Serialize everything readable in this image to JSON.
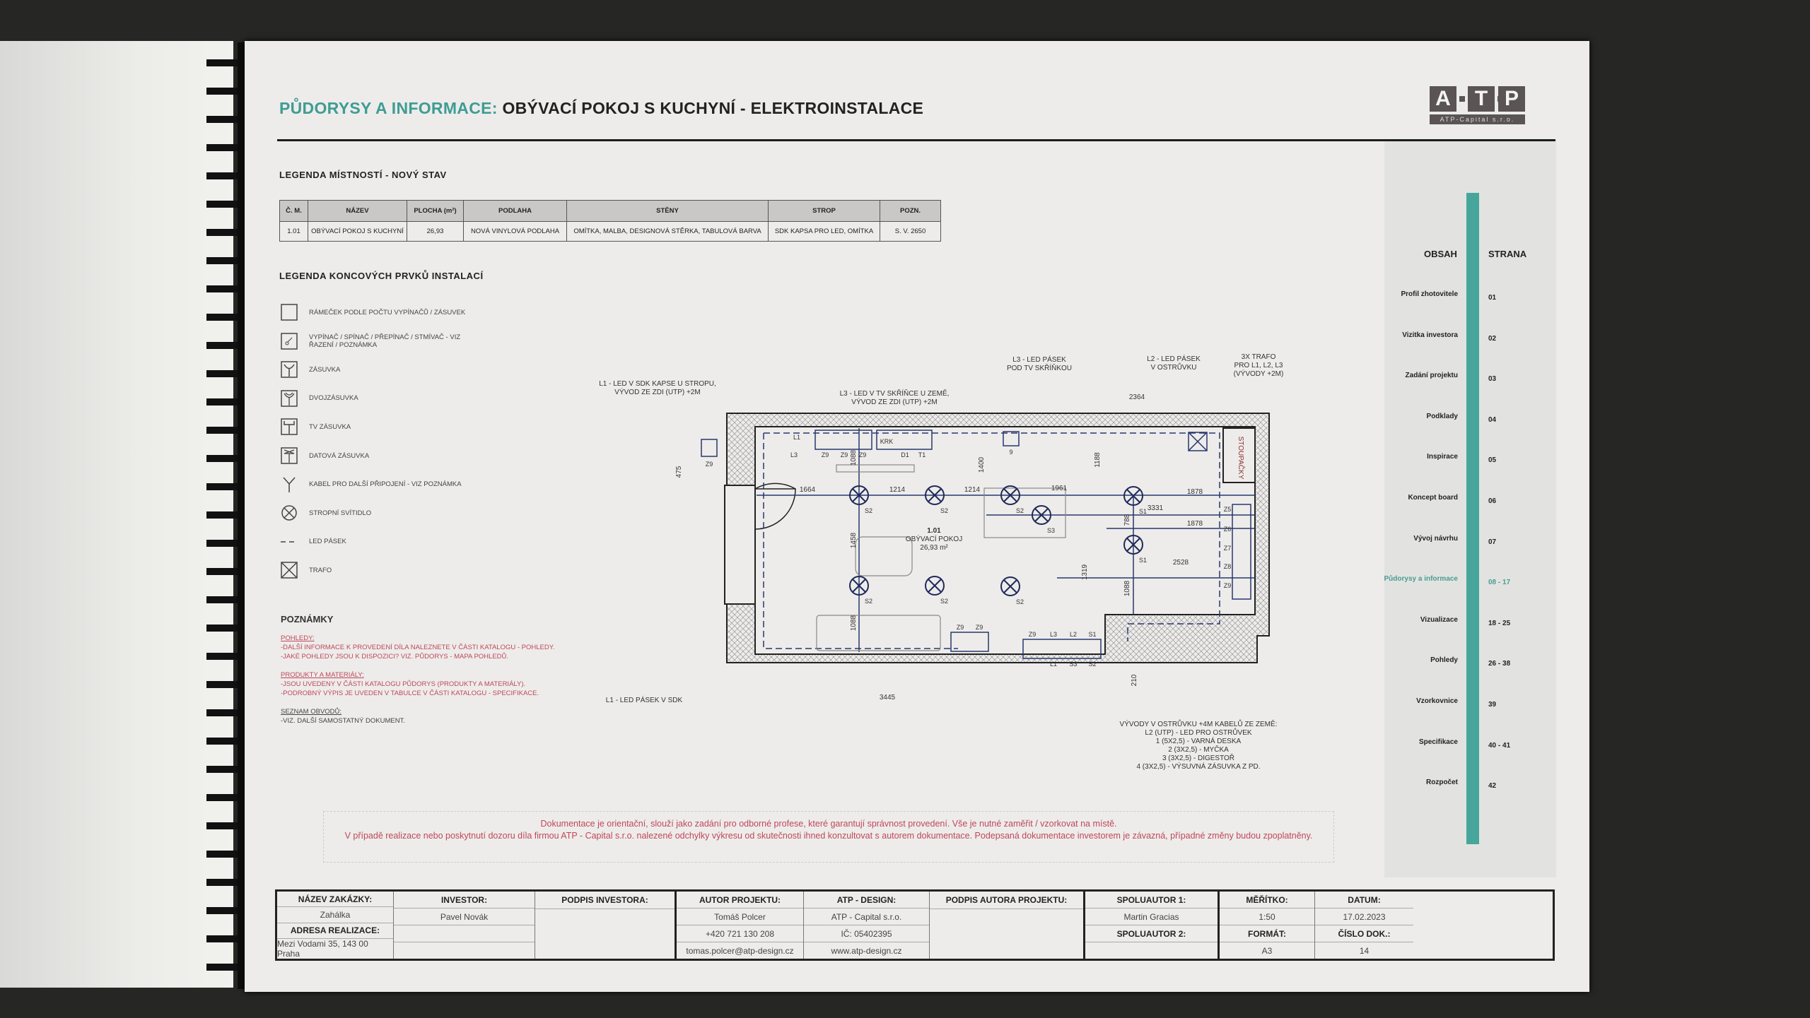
{
  "header": {
    "title_prefix": "PŮDORYSY A INFORMACE:",
    "title_main": "OBÝVACÍ POKOJ S KUCHYNÍ - ELEKTROINSTALACE"
  },
  "logo": {
    "letters": [
      "A",
      "T",
      "P"
    ],
    "company": "ATP-Capital s.r.o.",
    "accent": "#47a69b"
  },
  "rooms": {
    "heading": "LEGENDA MÍSTNOSTÍ - NOVÝ STAV",
    "columns": [
      "Č. M.",
      "NÁZEV",
      "PLOCHA (m²)",
      "PODLAHA",
      "STĚNY",
      "STROP",
      "POZN."
    ],
    "rows": [
      [
        "1.01",
        "OBÝVACÍ POKOJ S KUCHYNÍ",
        "26,93",
        "NOVÁ VINYLOVÁ PODLAHA",
        "OMÍTKA, MALBA, DESIGNOVÁ STĚRKA, TABULOVÁ BARVA",
        "SDK KAPSA PRO LED, OMÍTKA",
        "S. V. 2650"
      ]
    ]
  },
  "legend": {
    "heading": "LEGENDA KONCOVÝCH PRVKŮ INSTALACÍ",
    "items": [
      {
        "icon": "frame-icon",
        "label": "RÁMEČEK PODLE POČTU VYPÍNAČŮ / ZÁSUVEK"
      },
      {
        "icon": "switch-icon",
        "label": "VYPÍNAČ / SPÍNAČ / PŘEPÍNAČ / STMÍVAČ - VIZ ŘAZENÍ / POZNÁMKA"
      },
      {
        "icon": "socket-icon",
        "label": "ZÁSUVKA"
      },
      {
        "icon": "double-socket-icon",
        "label": "DVOJZÁSUVKA"
      },
      {
        "icon": "tv-socket-icon",
        "label": "TV ZÁSUVKA"
      },
      {
        "icon": "data-socket-icon",
        "label": "DATOVÁ ZÁSUVKA"
      },
      {
        "icon": "cable-icon",
        "label": "KABEL PRO DALŠÍ PŘIPOJENÍ - VIZ POZNÁMKA"
      },
      {
        "icon": "ceiling-light-icon",
        "label": "STROPNÍ SVÍTIDLO"
      },
      {
        "icon": "led-strip-icon",
        "label": "LED PÁSEK"
      },
      {
        "icon": "transformer-icon",
        "label": "TRAFO"
      }
    ]
  },
  "notes": {
    "heading": "POZNÁMKY",
    "groups": [
      {
        "title": "POHLEDY:",
        "lines": [
          "-DALŠÍ INFORMACE K PROVEDENÍ DÍLA NALEZNETE V ČÁSTI KATALOGU - POHLEDY.",
          "-JAKÉ POHLEDY JSOU K DISPOZICI? VIZ. PŮDORYS - MAPA POHLEDŮ."
        ]
      },
      {
        "title": "PRODUKTY A MATERIÁLY:",
        "lines": [
          "-JSOU UVEDENY V ČÁSTI KATALOGU PŮDORYS (PRODUKTY A MATERIÁLY).",
          "-PODROBNÝ VÝPIS JE UVEDEN V TABULCE V ČÁSTI KATALOGU - SPECIFIKACE."
        ]
      },
      {
        "title": "SEZNAM OBVODŮ:",
        "lines": [
          "-VIZ. DALŠÍ SAMOSTATNÝ DOKUMENT."
        ]
      }
    ]
  },
  "plan": {
    "room": {
      "number": "1.01",
      "name": "OBÝVACÍ POKOJ",
      "area": "26,93 m²"
    },
    "annotations": {
      "l1_ceiling": "L1 - LED V SDK KAPSE U STROPU,\nVÝVOD ZE ZDI (UTP) +2M",
      "l3_tv": "L3 - LED V TV SKŘÍŇCE U ZEMĚ,\nVÝVOD ZE ZDI (UTP) +2M",
      "l3_under": "L3 - LED PÁSEK\nPOD TV SKŘÍŇKOU",
      "l2_island": "L2 - LED PÁSEK\nV OSTRŮVKU",
      "trafo": "3X TRAFO\nPRO L1, L2, L3\n(VÝVODY +2M)",
      "l1_sdk": "L1 - LED PÁSEK V SDK",
      "island_outlets": "VÝVODY V OSTRŮVKU +4M KABELŮ ZE ZEMĚ:\nL2 (UTP) - LED PRO OSTRŮVEK\n1 (5X2,5) - VARNÁ DESKA\n2 (3X2,5) - MYČKA\n3 (3X2,5) - DIGESTOŘ\n4 (3X2,5) - VÝSUVNÁ ZÁSUVKA Z PD."
    },
    "riser": "STOUPAČKY",
    "dimensions": {
      "d475": "475",
      "d1664": "1664",
      "d1214a": "1214",
      "d1214b": "1214",
      "d1088a": "1088",
      "d1458": "1458",
      "d1088b": "1088",
      "d1400": "1400",
      "d1961": "1961",
      "d1188": "1188",
      "d3331": "3331",
      "d788": "788",
      "d1878a": "1878",
      "d1878b": "1878",
      "d2528": "2528",
      "d1319": "1319",
      "d1088c": "1088",
      "d2364": "2364",
      "d3445": "3445",
      "d210": "210"
    },
    "top_labels": [
      "L1",
      "L3",
      "Z9",
      "Z9",
      "Z9",
      "KRK",
      "D1",
      "T1"
    ],
    "light_labels": [
      "S2",
      "S2",
      "S2",
      "S2",
      "S2",
      "S3",
      "S2",
      "S1",
      "S1"
    ],
    "right_sockets": [
      "Z5",
      "Z6",
      "Z7",
      "Z8",
      "Z9"
    ],
    "bottom_labels_top": [
      "Z9",
      "Z9",
      "Z9",
      "L3",
      "L2",
      "S1"
    ],
    "bottom_labels_under": [
      "L1",
      "S3",
      "S2"
    ],
    "misc": [
      "Z9",
      "9"
    ]
  },
  "toc": {
    "heading_left": "OBSAH",
    "heading_right": "STRANA",
    "items": [
      {
        "label": "Profil zhotovitele",
        "page": "01"
      },
      {
        "label": "Vizitka investora",
        "page": "02"
      },
      {
        "label": "Zadání projektu",
        "page": "03"
      },
      {
        "label": "Podklady",
        "page": "04"
      },
      {
        "label": "Inspirace",
        "page": "05"
      },
      {
        "label": "Koncept board",
        "page": "06"
      },
      {
        "label": "Vývoj návrhu",
        "page": "07"
      },
      {
        "label": "Půdorysy a informace",
        "page": "08 - 17",
        "active": true
      },
      {
        "label": "Vizualizace",
        "page": "18 - 25"
      },
      {
        "label": "Pohledy",
        "page": "26 - 38"
      },
      {
        "label": "Vzorkovnice",
        "page": "39"
      },
      {
        "label": "Specifikace",
        "page": "40 - 41"
      },
      {
        "label": "Rozpočet",
        "page": "42"
      }
    ]
  },
  "disclaimer": {
    "line1": "Dokumentace je orientační, slouží jako zadání pro odborné profese, které garantují správnost provedení. Vše je nutné zaměřit / vzorkovat na místě.",
    "line2": "V případě realizace nebo poskytnutí dozoru díla firmou ATP - Capital s.r.o. nalezené odchylky výkresu od skutečnosti ihned konzultovat s autorem dokumentace. Podepsaná dokumentace investorem je závazná, případné změny budou zpoplatněny."
  },
  "title_block": {
    "zakazka_label": "NÁZEV ZAKÁZKY:",
    "zakazka": "Zahálka",
    "adresa_label": "ADRESA REALIZACE:",
    "adresa": "Mezi Vodami 35, 143 00 Praha",
    "investor_label": "INVESTOR:",
    "investor": "Pavel Novák",
    "podpis_investora_label": "PODPIS INVESTORA:",
    "autor_label": "AUTOR PROJEKTU:",
    "autor": "Tomáš Polcer",
    "autor_phone": "+420 721 130 208",
    "autor_email": "tomas.polcer@atp-design.cz",
    "design_label": "ATP - DESIGN:",
    "design_company": "ATP - Capital s.r.o.",
    "design_ic": "IČ: 05402395",
    "design_web": "www.atp-design.cz",
    "podpis_autora_label": "PODPIS AUTORA PROJEKTU:",
    "spoluautor1_label": "SPOLUAUTOR 1:",
    "spoluautor1": "Martin Gracias",
    "spoluautor2_label": "SPOLUAUTOR 2:",
    "meritko_label": "MĚŘÍTKO:",
    "meritko": "1:50",
    "format_label": "FORMÁT:",
    "format": "A3",
    "datum_label": "DATUM:",
    "datum": "17.02.2023",
    "cislo_label": "ČÍSLO DOK.:",
    "cislo": "14"
  }
}
